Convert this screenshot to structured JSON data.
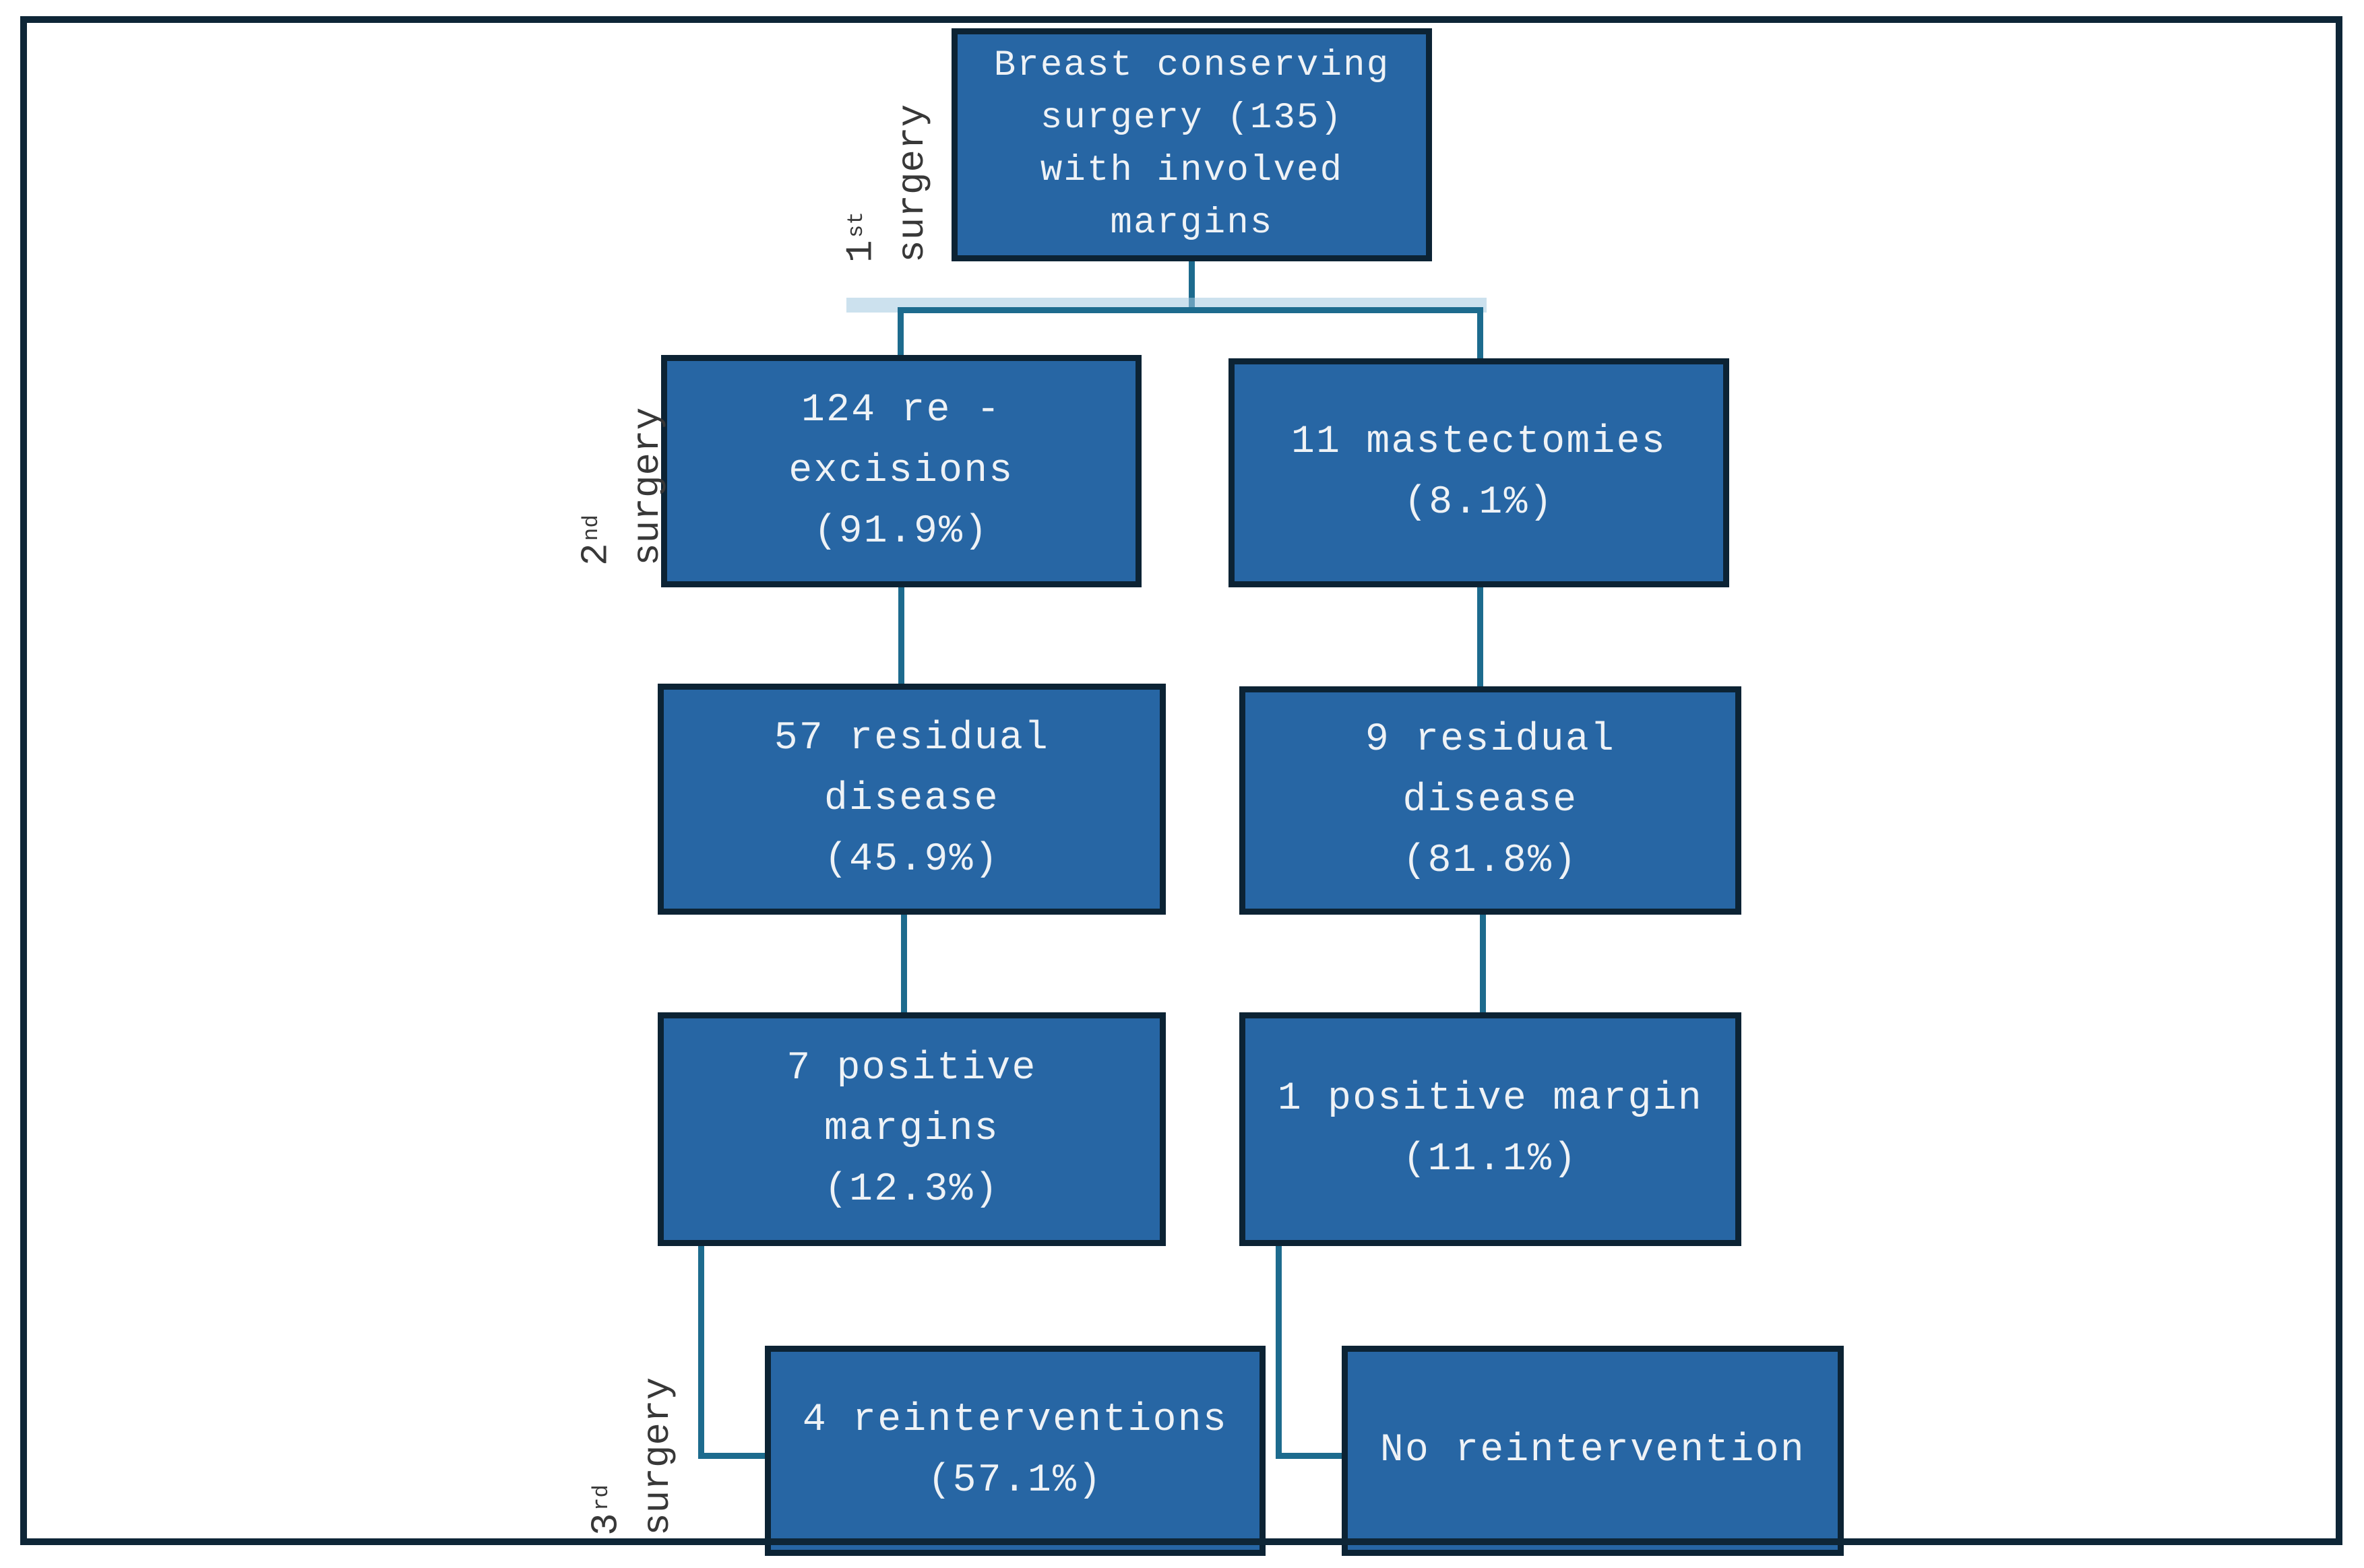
{
  "diagram": {
    "stages": [
      {
        "ordinal": "1",
        "suffix": "st",
        "word": "surgery"
      },
      {
        "ordinal": "2",
        "suffix": "nd",
        "word": "surgery"
      },
      {
        "ordinal": "3",
        "suffix": "rd",
        "word": "surgery"
      }
    ],
    "nodes": [
      {
        "id": "breast-conserving-surgery",
        "lines": [
          "Breast conserving",
          "surgery (135)",
          "with involved",
          "margins"
        ]
      },
      {
        "id": "re-excisions",
        "lines": [
          "124 re -",
          "excisions",
          "(91.9%)"
        ]
      },
      {
        "id": "mastectomies",
        "lines": [
          "11 mastectomies",
          "(8.1%)"
        ]
      },
      {
        "id": "residual-disease-left",
        "lines": [
          "57 residual",
          "disease",
          "(45.9%)"
        ]
      },
      {
        "id": "residual-disease-right",
        "lines": [
          "9 residual",
          "disease",
          "(81.8%)"
        ]
      },
      {
        "id": "positive-margins-left",
        "lines": [
          "7 positive",
          "margins",
          "(12.3%)"
        ]
      },
      {
        "id": "positive-margin-right",
        "lines": [
          "1 positive margin",
          "(11.1%)"
        ]
      },
      {
        "id": "reinterventions",
        "lines": [
          "4 reinterventions",
          "(57.1%)"
        ]
      },
      {
        "id": "no-reintervention",
        "lines": [
          "No reintervention"
        ]
      }
    ],
    "colors": {
      "box_fill": "#2766a4",
      "box_border": "#0c2334",
      "box_text": "#eef2f6",
      "connector": "#1d6b8e",
      "frame": "#0e2637",
      "label_text": "#383838"
    }
  }
}
